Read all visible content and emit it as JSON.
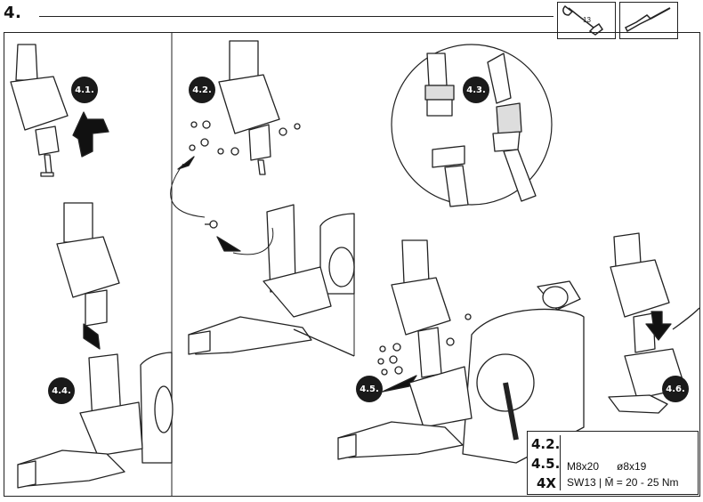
{
  "header": {
    "step_number": "4."
  },
  "tools": [
    {
      "name": "wrench-icon",
      "size_label": "13"
    },
    {
      "name": "screwdriver-icon"
    }
  ],
  "callouts": {
    "s41": "4.1.",
    "s42": "4.2.",
    "s43": "4.3.",
    "s44": "4.4.",
    "s45": "4.5.",
    "s46": "4.6."
  },
  "legend": {
    "step_a": "4.2.",
    "step_b": "4.5.",
    "quantity": "4X",
    "bolt_spec": "M8x20",
    "washer_spec": "ø8x19",
    "torque_spec": "SW13 | M̄ = 20 - 25 Nm"
  }
}
